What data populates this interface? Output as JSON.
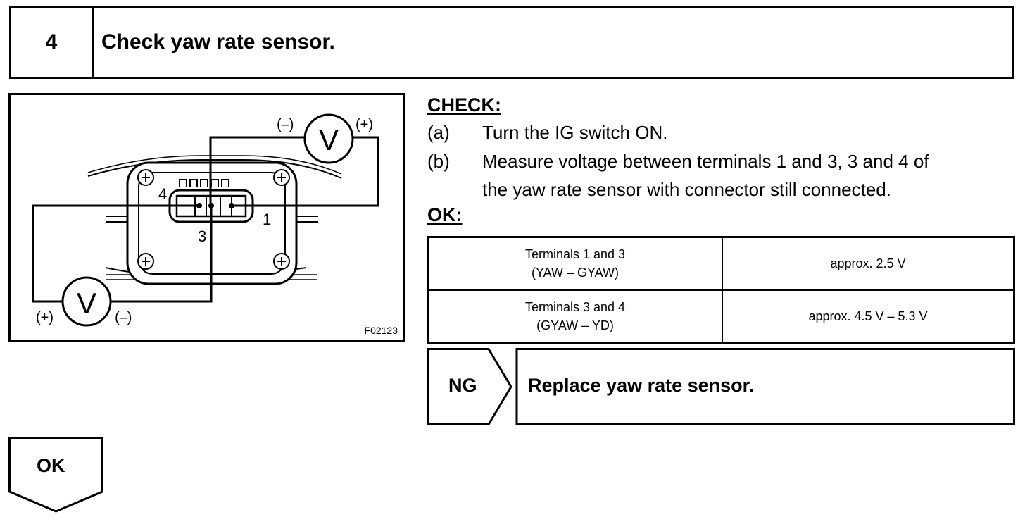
{
  "header": {
    "step_number": "4",
    "title": "Check yaw rate sensor."
  },
  "figure": {
    "id": "F02123",
    "meter_symbol": "V",
    "top_meter": {
      "neg": "(–)",
      "pos": "(+)"
    },
    "bottom_meter": {
      "pos": "(+)",
      "neg": "(–)"
    },
    "terminals": {
      "t4": "4",
      "t3": "3",
      "t1": "1"
    }
  },
  "check": {
    "label": "CHECK:",
    "steps": [
      {
        "letter": "(a)",
        "text": "Turn the IG switch ON."
      },
      {
        "letter": "(b)",
        "line1": "Measure voltage between terminals 1 and 3, 3 and 4 of",
        "line2": "the yaw rate sensor with connector still connected."
      }
    ]
  },
  "ok_label": "OK:",
  "spec_table": [
    {
      "cond1": "Terminals 1 and 3",
      "cond2": "(YAW – GYAW)",
      "value": "approx. 2.5 V"
    },
    {
      "cond1": "Terminals 3 and 4",
      "cond2": "(GYAW – YD)",
      "value": "approx. 4.5 V – 5.3 V"
    }
  ],
  "ng": {
    "label": "NG",
    "action": "Replace yaw rate sensor."
  },
  "ok_flow": {
    "label": "OK"
  }
}
